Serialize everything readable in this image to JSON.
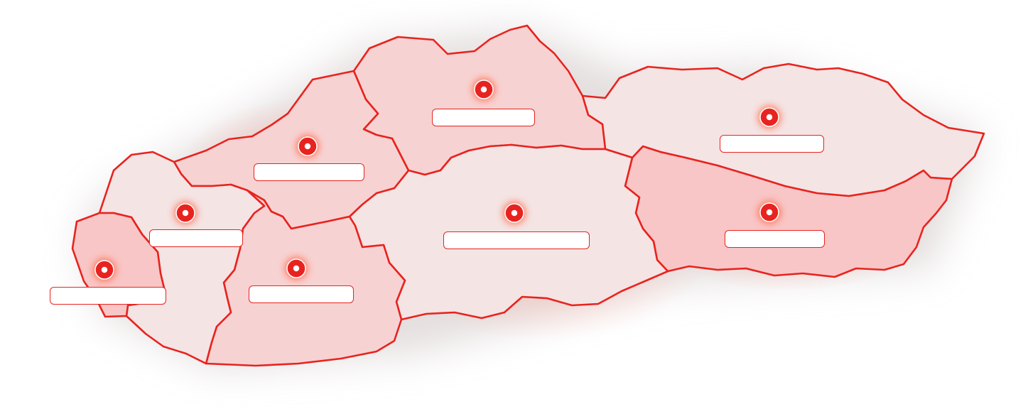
{
  "map": {
    "colors": {
      "border": "#e8231f",
      "fill_pale": "#f4e4e4",
      "fill_pink": "#f7d2d2",
      "fill_strong": "#f8c6c6",
      "marker": "#e8231f",
      "marker_glow": "#ff5a36",
      "label_bg": "#ffffff",
      "shadow": "#d8cfcf"
    },
    "regions": [
      {
        "id": "bratislava",
        "label": ""
      },
      {
        "id": "trnava",
        "label": ""
      },
      {
        "id": "trencin",
        "label": ""
      },
      {
        "id": "nitra",
        "label": ""
      },
      {
        "id": "zilina",
        "label": ""
      },
      {
        "id": "banska-bystrica",
        "label": ""
      },
      {
        "id": "presov",
        "label": ""
      },
      {
        "id": "kosice",
        "label": ""
      }
    ]
  }
}
